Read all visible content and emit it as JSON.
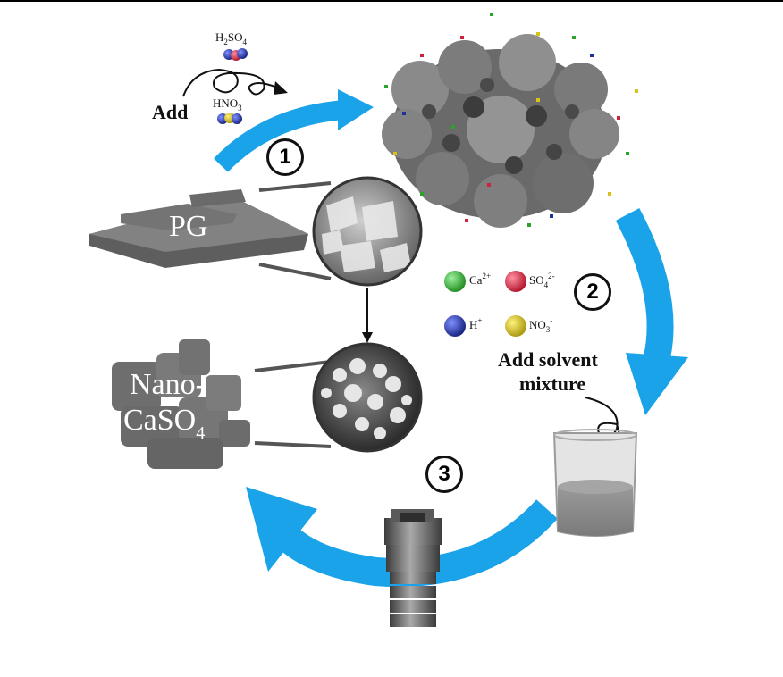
{
  "steps": [
    "1",
    "2",
    "3"
  ],
  "step1": {
    "add_label": "Add",
    "acid1": {
      "base": "H",
      "sub1": "2",
      "mid": "SO",
      "sub2": "4"
    },
    "acid2": {
      "base": "HNO",
      "sub": "3"
    }
  },
  "step2": {
    "line1": "Add solvent",
    "line2": "mixture"
  },
  "materials": {
    "pg": "PG",
    "nano_line1": "Nano-",
    "nano_line2_base": "CaSO",
    "nano_line2_sub": "4"
  },
  "legend": [
    {
      "label_base": "Ca",
      "label_sup": "2+",
      "label_sub": "",
      "color": "#2aa52a"
    },
    {
      "label_base": "SO",
      "label_sup": "2-",
      "label_sub": "4",
      "color": "#d0203a"
    },
    {
      "label_base": "H",
      "label_sup": "+",
      "label_sub": "",
      "color": "#1d2f9a"
    },
    {
      "label_base": "NO",
      "label_sup": "-",
      "label_sub": "3",
      "color": "#d7c21c"
    }
  ],
  "colors": {
    "arrow": "#1aa3e8",
    "gray": "#6f6f6f"
  }
}
